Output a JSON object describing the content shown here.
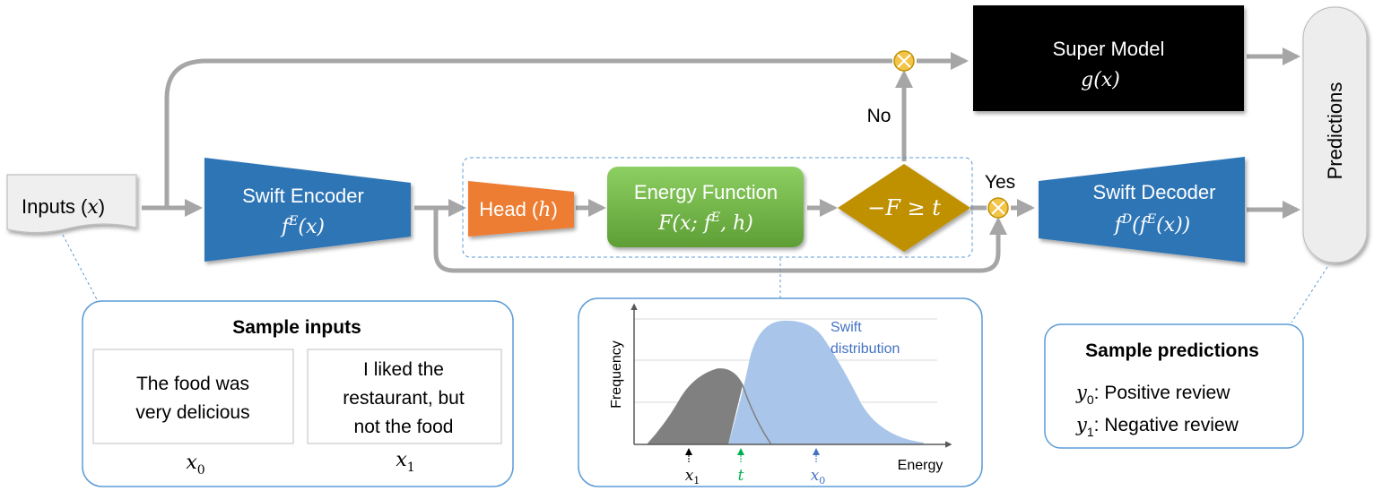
{
  "nodes": {
    "inputs": {
      "label": "Inputs (",
      "var": "x",
      "close": ")"
    },
    "encoder": {
      "title": "Swift Encoder",
      "formula_base": "f",
      "formula_sup": "E",
      "formula_rest": "(x)"
    },
    "head": {
      "label": "Head (",
      "var": "h",
      "close": ")"
    },
    "energy": {
      "title": "Energy Function",
      "formula": "F(x; f",
      "formula_sup": "E",
      "formula_rest": ", h)"
    },
    "decision": {
      "label": "−F ≥ t"
    },
    "decoder": {
      "title": "Swift Decoder",
      "formula_base": "f",
      "formula_sup": "D",
      "formula_mid": "(f",
      "formula_sup2": "E",
      "formula_rest": "(x))"
    },
    "super_model": {
      "title": "Super Model",
      "formula": "g(x)"
    },
    "predictions": {
      "label": "Predictions"
    }
  },
  "edges": {
    "no_label": "No",
    "yes_label": "Yes",
    "multiply_symbol": "⊗"
  },
  "colors": {
    "blue": "#2e75b6",
    "orange": "#ed7d31",
    "green": "#70ad47",
    "gold": "#bf9000",
    "black": "#000000",
    "arrow_gray": "#a6a6a6",
    "panel_border": "#5b9bd5",
    "dist_blue": "#a9c6ea",
    "dist_gray": "#808080"
  },
  "sample_inputs": {
    "title": "Sample inputs",
    "items": [
      {
        "lines": [
          "The food was",
          "very delicious"
        ],
        "var": "x",
        "sub": "0"
      },
      {
        "lines": [
          "I liked the",
          "restaurant, but",
          "not the food"
        ],
        "var": "x",
        "sub": "1"
      }
    ]
  },
  "distribution_panel": {
    "ylabel": "Frequency",
    "xlabel": "Energy",
    "legend_line1": "Swift",
    "legend_line2": "distribution",
    "markers": [
      {
        "var": "x",
        "sub": "1",
        "color": "#000000"
      },
      {
        "var": "t",
        "sub": "",
        "color": "#00b050"
      },
      {
        "var": "x",
        "sub": "0",
        "color": "#4472c4"
      }
    ]
  },
  "sample_predictions": {
    "title": "Sample predictions",
    "items": [
      {
        "var": "y",
        "sub": "0",
        "text": ": Positive review"
      },
      {
        "var": "y",
        "sub": "1",
        "text": ": Negative review"
      }
    ]
  }
}
